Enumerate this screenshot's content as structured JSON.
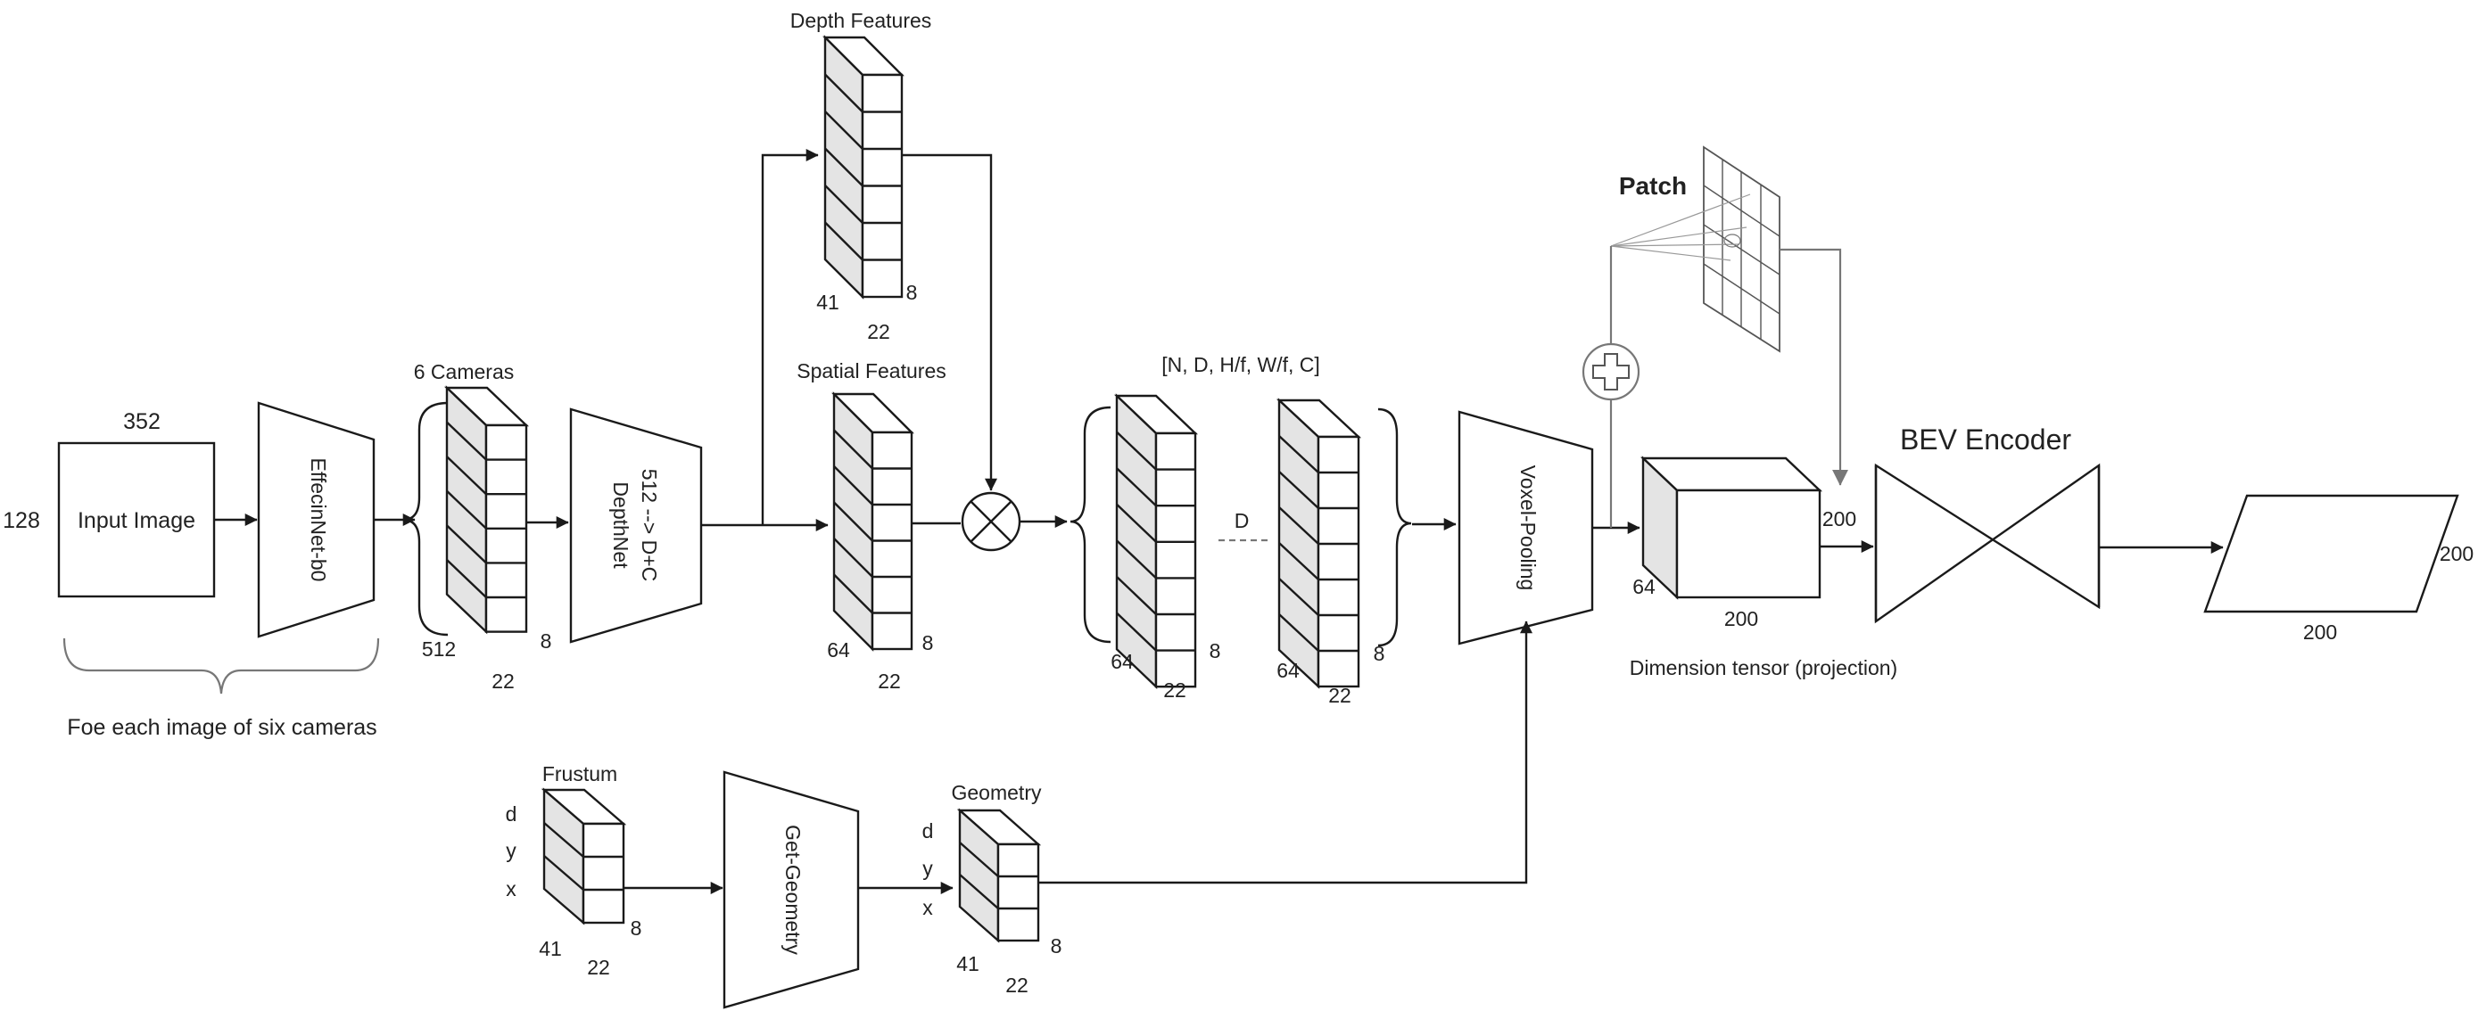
{
  "input": {
    "label": "Input Image",
    "width_label": "352",
    "height_label": "128",
    "brace_caption": "Foe each image of six cameras"
  },
  "backbone": {
    "label": "EffecinNet-b0"
  },
  "cameras": {
    "title": "6 Cameras",
    "channels": "512",
    "height": "8",
    "width": "22"
  },
  "depthnet": {
    "line1": "DepthNet",
    "line2": "512 --> D+C"
  },
  "depth_features": {
    "title": "Depth Features",
    "depth": "41",
    "height": "8",
    "width": "22"
  },
  "spatial_features": {
    "title": "Spatial Features",
    "channels": "64",
    "height": "8",
    "width": "22"
  },
  "volume": {
    "shape": "[N, D, H/f, W/f, C]",
    "dim_label": "D",
    "a_channels": "64",
    "a_height": "8",
    "a_width": "22",
    "b_channels": "64",
    "b_height": "8",
    "b_width": "22"
  },
  "voxel_pooling": {
    "label": "Voxel-Pooling"
  },
  "patch": {
    "label": "Patch"
  },
  "bev_tensor": {
    "caption": "Dimension tensor (projection)",
    "depth": "200",
    "width": "200",
    "height": "64"
  },
  "bev_encoder": {
    "label": "BEV Encoder"
  },
  "output": {
    "width": "200",
    "height": "200"
  },
  "frustum": {
    "title": "Frustum",
    "axis_d": "d",
    "axis_y": "y",
    "axis_x": "x",
    "depth": "41",
    "height": "8",
    "width": "22"
  },
  "get_geometry": {
    "label": "Get-Geometry"
  },
  "geometry": {
    "title": "Geometry",
    "axis_d": "d",
    "axis_y": "y",
    "axis_x": "x",
    "depth": "41",
    "height": "8",
    "width": "22"
  },
  "colors": {
    "line": "#1a1a1a",
    "shade": "#e4e4e4",
    "gray": "#777777"
  },
  "icons": {
    "multiply": "circle-times-icon",
    "add": "circle-plus-icon"
  }
}
